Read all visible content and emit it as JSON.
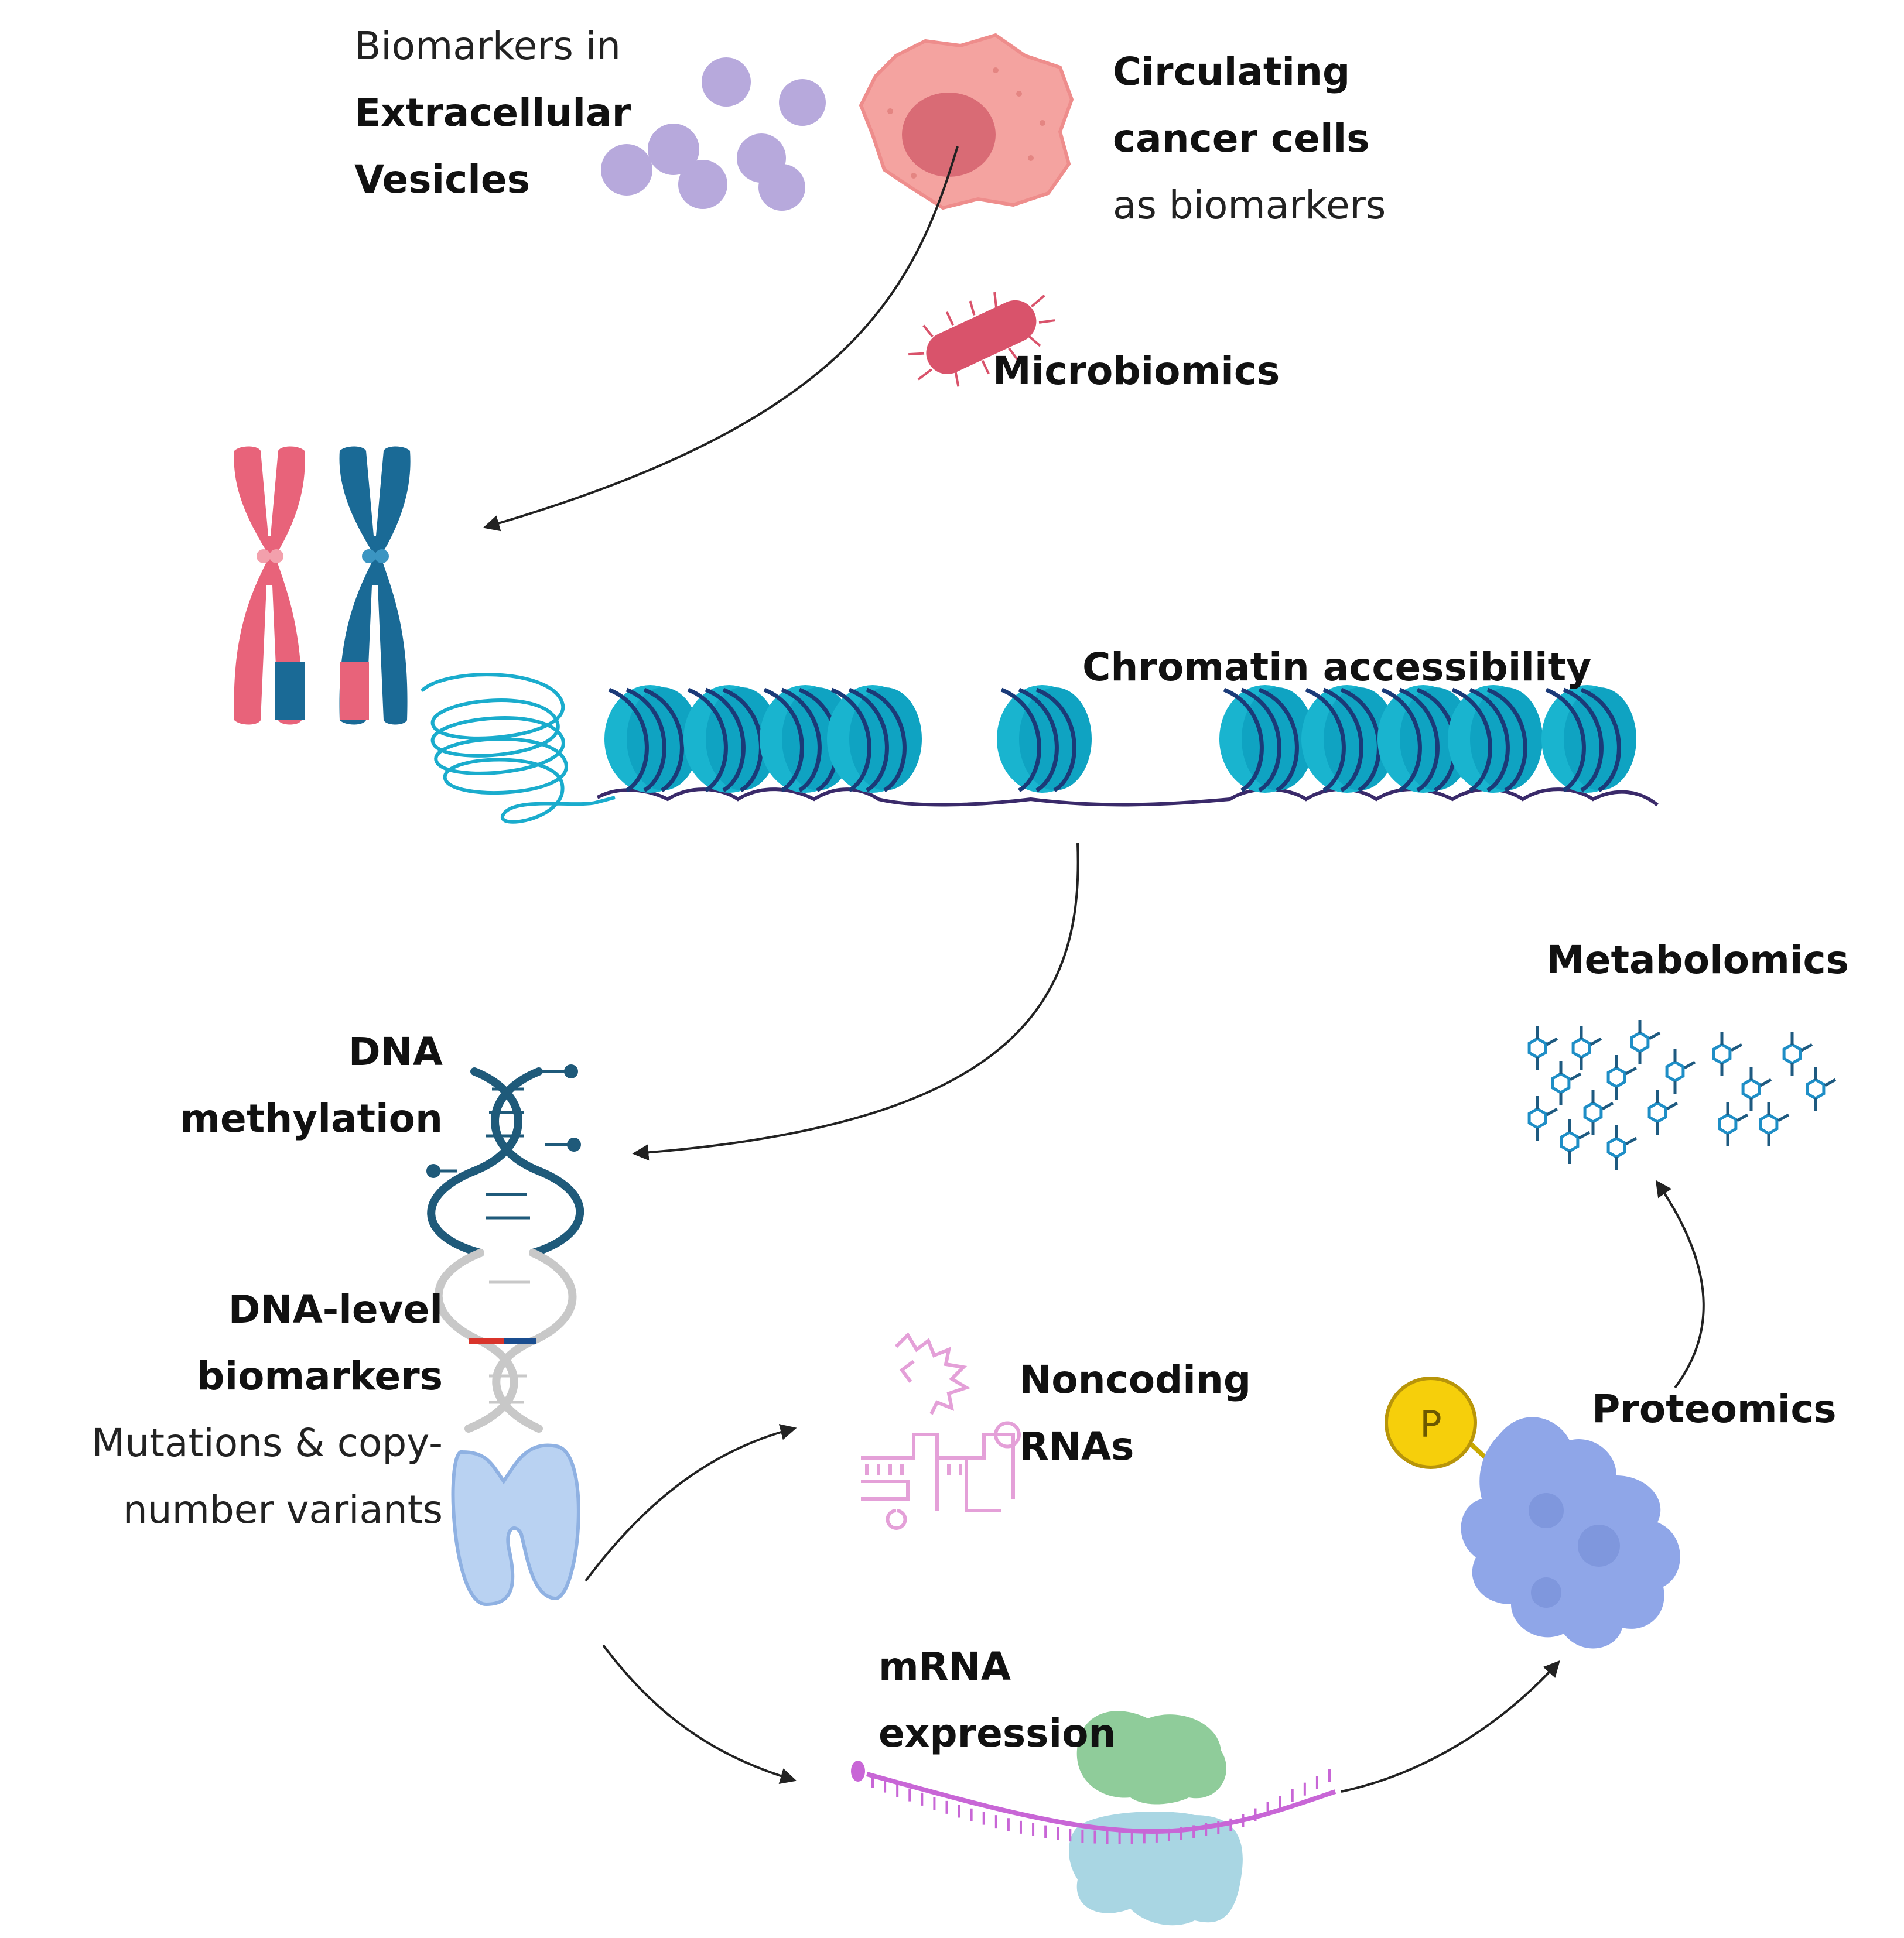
{
  "labels": {
    "ev_line1": "Biomarkers in",
    "ev_line2": "Extracellular",
    "ev_line3": "Vesicles",
    "ctc_line1": "Circulating",
    "ctc_line2": "cancer cells",
    "ctc_line3": "as biomarkers",
    "microbiomics": "Microbiomics",
    "chromatin": "Chromatin accessibility",
    "dna_meth_line1": "DNA",
    "dna_meth_line2": "methylation",
    "dna_level_line1": "DNA-level",
    "dna_level_line2": "biomarkers",
    "dna_level_line3": "Mutations & copy-",
    "dna_level_line4": "number variants",
    "noncoding_line1": "Noncoding",
    "noncoding_line2": "RNAs",
    "mrna_line1": "mRNA",
    "mrna_line2": "expression",
    "proteomics": "Proteomics",
    "phospho": "P",
    "metabolomics": "Metabolomics"
  },
  "colors": {
    "vesicle": "#b7a9dc",
    "cancer_cell": "#f4a3a0",
    "cancer_nucleus": "#d96b75",
    "bacterium": "#d9536b",
    "chromosome_pink": "#e8637a",
    "chromosome_blue": "#1a6a96",
    "nucleosome": "#19b4cf",
    "nucleosome_band": "#1b3a78",
    "dna_helix": "#1f5a7a",
    "ncrna": "#e4a0d8",
    "ribosome_green": "#8fcc9a",
    "ribosome_blue": "#a9d6e3",
    "protein": "#8fa6e8",
    "phosphate": "#f6cf0b",
    "metabolite": "#1e8ec6",
    "arrow": "#222222"
  }
}
